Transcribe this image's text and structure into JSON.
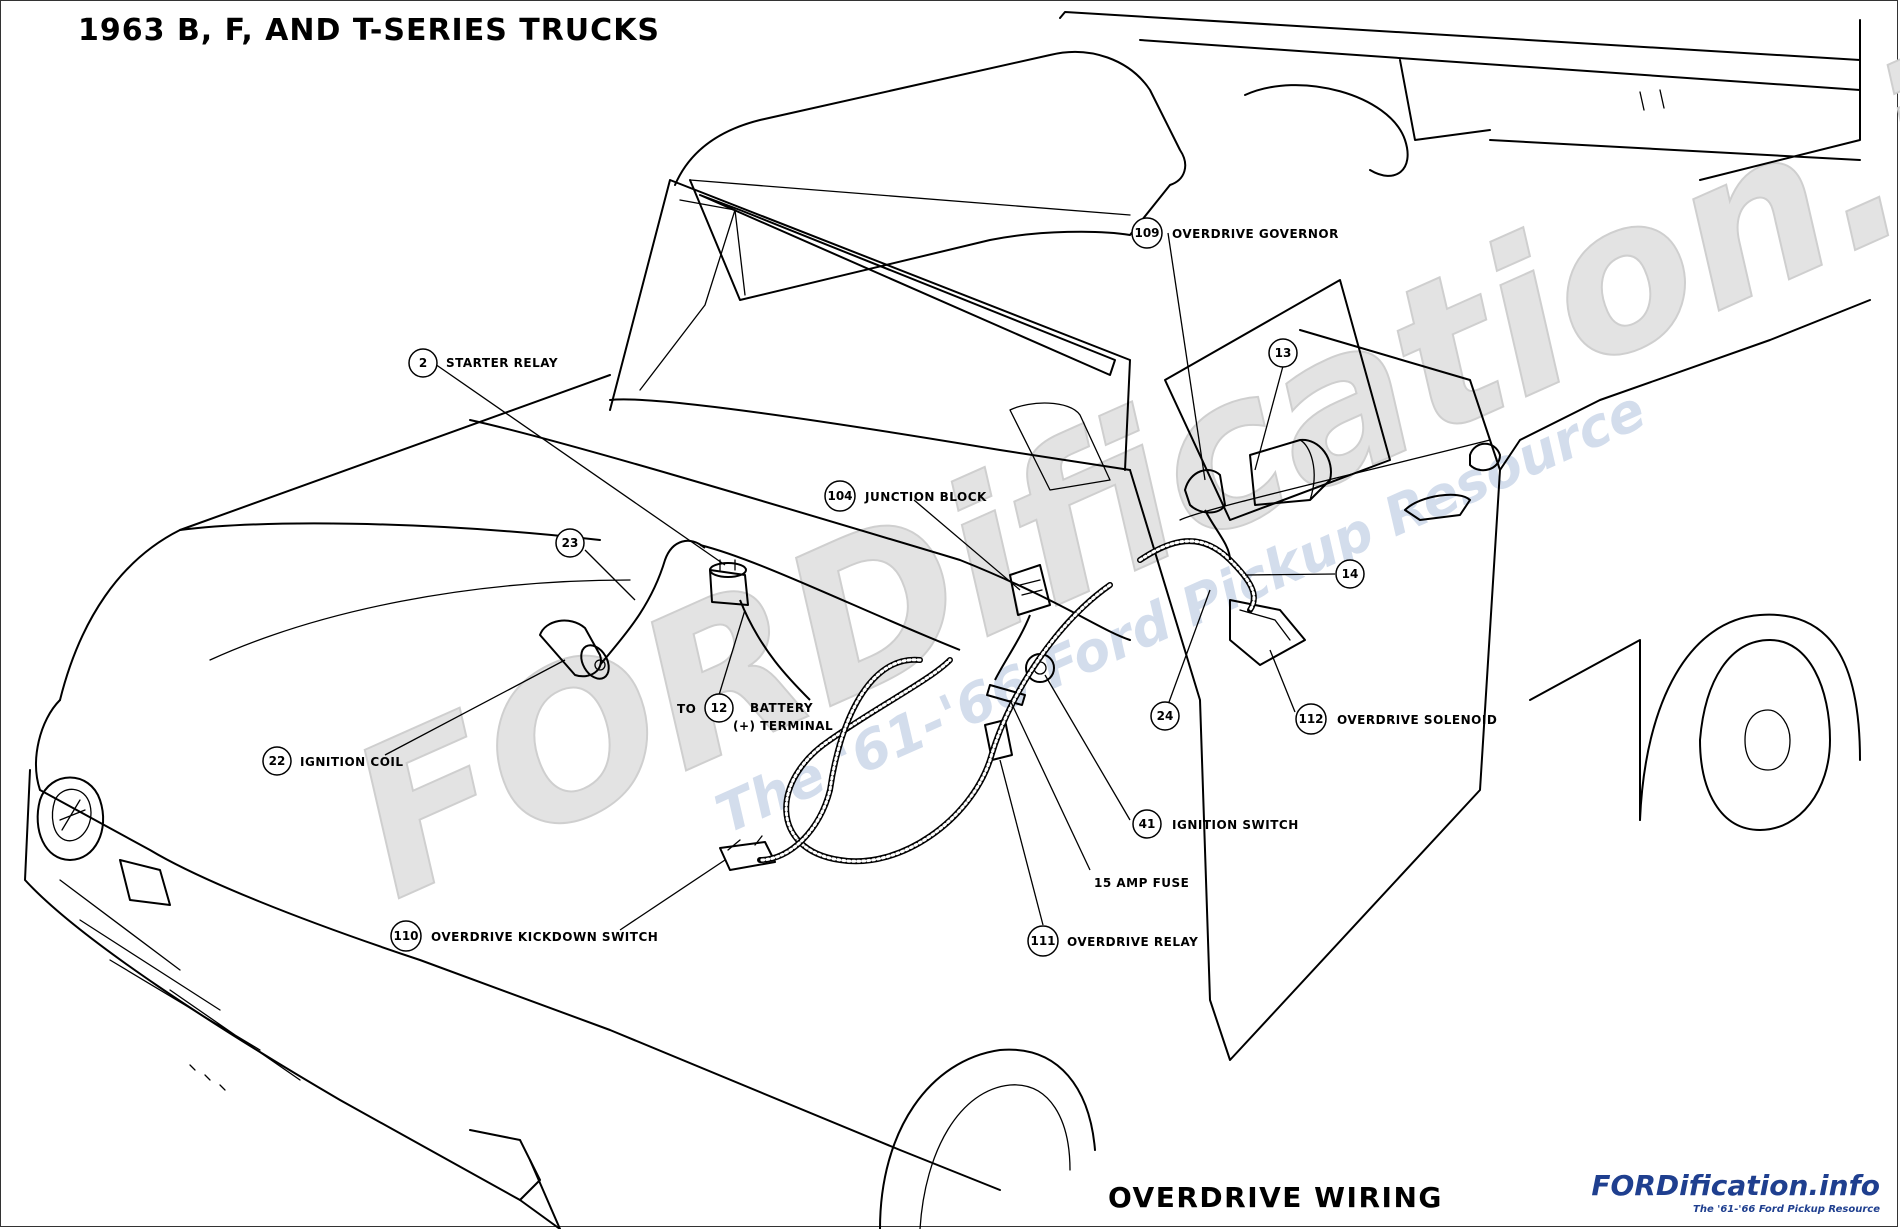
{
  "title": "1963 B, F, AND T-SERIES TRUCKS",
  "subtitle": "OVERDRIVE WIRING",
  "watermark": {
    "main": "FORDification.info",
    "tagline": "The '61-'66 Ford Pickup Resource"
  },
  "logo": {
    "main": "FORDification.info",
    "tagline": "The '61-'66 Ford Pickup Resource"
  },
  "callouts": [
    {
      "num": "109",
      "label": "OVERDRIVE GOVERNOR"
    },
    {
      "num": "13",
      "label": ""
    },
    {
      "num": "2",
      "label": "STARTER RELAY"
    },
    {
      "num": "104",
      "label": "JUNCTION BLOCK"
    },
    {
      "num": "23",
      "label": ""
    },
    {
      "num": "14",
      "label": ""
    },
    {
      "num": "12",
      "label": "BATTERY",
      "prefix": "TO",
      "suffix": "(+) TERMINAL"
    },
    {
      "num": "24",
      "label": ""
    },
    {
      "num": "112",
      "label": "OVERDRIVE SOLENOID"
    },
    {
      "num": "22",
      "label": "IGNITION COIL"
    },
    {
      "num": "41",
      "label": "IGNITION SWITCH"
    },
    {
      "num": "",
      "label": "15 AMP FUSE"
    },
    {
      "num": "110",
      "label": "OVERDRIVE KICKDOWN SWITCH"
    },
    {
      "num": "111",
      "label": "OVERDRIVE RELAY"
    }
  ],
  "colors": {
    "line": "#000000",
    "watermark": "#d8d8d8",
    "watermark_tagline": "#c9d6ea",
    "logo_blue": "#1f3f8f"
  }
}
